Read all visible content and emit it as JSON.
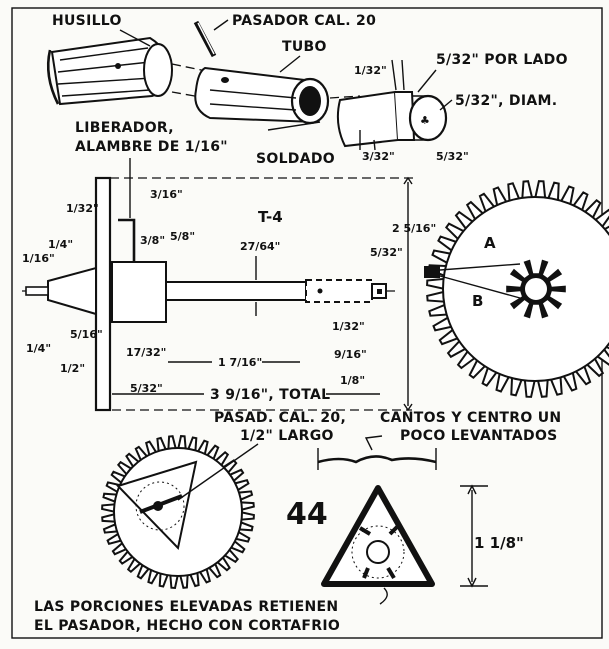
{
  "figure_number": "44",
  "view_label": "T-4",
  "labels": {
    "husillo": "HUSILLO",
    "pasador": "PASADOR CAL. 20",
    "tubo": "TUBO",
    "por_lado": "5/32\" POR LADO",
    "diam": "5/32\", DIAM.",
    "soldado": "SOLDADO",
    "liberador_1": "LIBERADOR,",
    "liberador_2": "ALAMBRE DE 1/16\"",
    "pasad_1": "PASAD. CAL. 20,",
    "pasad_2": "1/2\" LARGO",
    "cantos_1": "CANTOS Y CENTRO UN",
    "cantos_2": "POCO LEVANTADOS",
    "note_1": "LAS PORCIONES ELEVADAS RETIENEN",
    "note_2": "EL PASADOR, HECHO CON CORTAFRIO",
    "point_a": "A",
    "point_b": "B"
  },
  "dimensions": {
    "d_1_32_top": "1/32\"",
    "d_3_32_bottom": "3/32\"",
    "d_5_32_sold": "5/32\"",
    "d_3_16": "3/16\"",
    "d_1_32_left": "1/32\"",
    "d_3_8": "3/8\"",
    "d_5_8": "5/8\"",
    "d_27_64": "27/64\"",
    "d_5_32_right": "5/32\"",
    "d_2_5_16": "2 5/16\"",
    "d_1_4_top": "1/4\"",
    "d_1_16": "1/16\"",
    "d_5_16": "5/16\"",
    "d_1_4_left": "1/4\"",
    "d_1_2": "1/2\"",
    "d_17_32": "17/32\"",
    "d_5_32_bottom": "5/32\"",
    "d_1_7_16": "1 7/16\"",
    "d_9_16": "9/16\"",
    "d_1_32_right": "1/32\"",
    "d_1_8": "1/8\"",
    "d_total": "3 9/16\", TOTAL",
    "d_1_1_8": "1 1/8\""
  }
}
